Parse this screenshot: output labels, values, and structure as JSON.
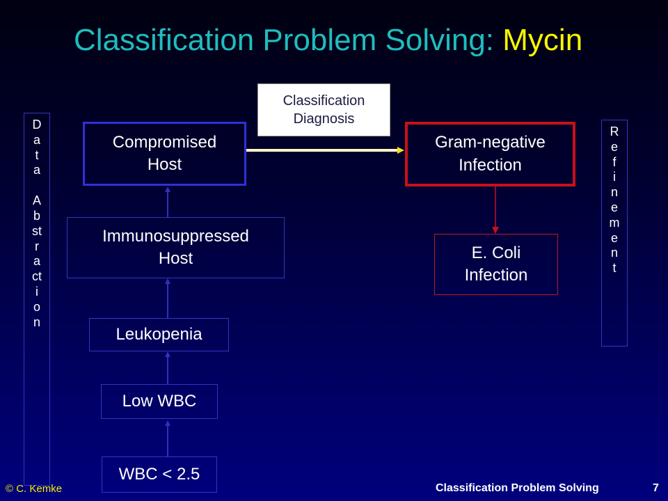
{
  "title": {
    "part1": "Classification Problem Solving:",
    "part2": "Mycin"
  },
  "nodes": {
    "compromised_host": [
      "Compromised",
      "Host"
    ],
    "immunosuppressed_host": [
      "Immunosuppressed",
      "Host"
    ],
    "leukopenia": [
      "Leukopenia"
    ],
    "low_wbc": [
      "Low WBC"
    ],
    "wbc_value": [
      "WBC < 2.5"
    ],
    "gram_negative": [
      "Gram-negative",
      "Infection"
    ],
    "e_coli": [
      "E. Coli",
      "Infection"
    ],
    "classification_diagnosis": [
      "Classification",
      "Diagnosis"
    ]
  },
  "side_labels": {
    "data_abstraction": [
      "D",
      "a",
      "t",
      "a",
      "",
      "A",
      "b",
      "st",
      "r",
      "a",
      "ct",
      "i",
      "o",
      "n"
    ],
    "refinement": [
      "R",
      "e",
      "f",
      "i",
      "n",
      "e",
      "m",
      "e",
      "n",
      "t"
    ]
  },
  "footer": {
    "copyright": "© C. Kemke",
    "course": "Classification Problem Solving",
    "page_number": "7"
  },
  "colors": {
    "title_main": "#1fbdbd",
    "title_accent": "#f7f700",
    "abstraction_border": "#3030d8",
    "refinement_border": "#c8101a",
    "highlight_arrow": "#fff6c8"
  }
}
